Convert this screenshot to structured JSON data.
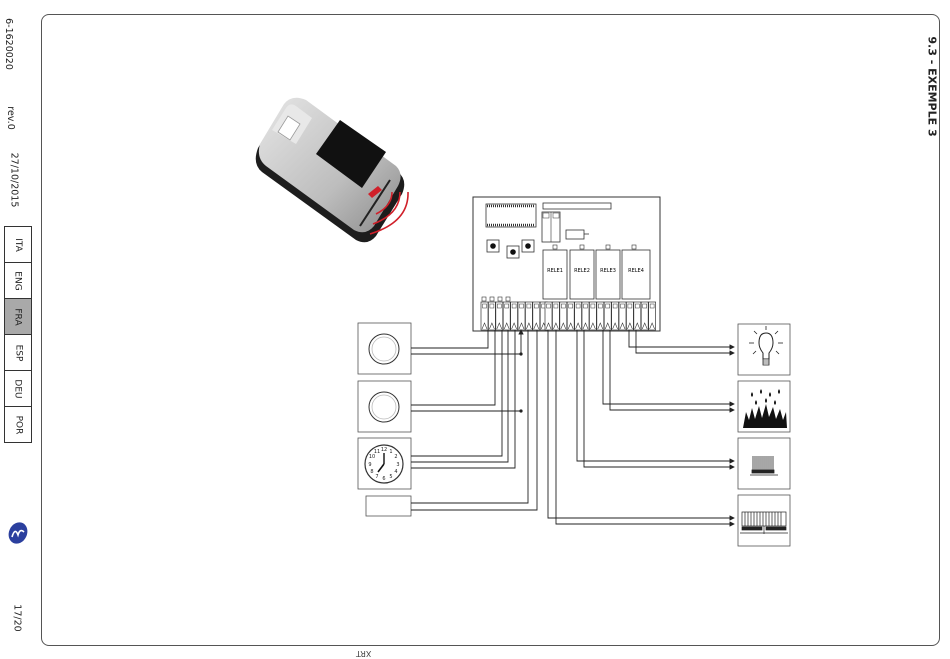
{
  "sidebar": {
    "doc_code": "6-1620020",
    "revision": "rev.0",
    "date": "27/10/2015",
    "languages": [
      {
        "label": "ITA",
        "active": false
      },
      {
        "label": "ENG",
        "active": false
      },
      {
        "label": "FRA",
        "active": true
      },
      {
        "label": "ESP",
        "active": false
      },
      {
        "label": "DEU",
        "active": false
      },
      {
        "label": "POR",
        "active": false
      }
    ],
    "page": "17/20"
  },
  "section_title": "9.3 - EXEMPLE 3",
  "bottom_mark": "XRT",
  "board": {
    "relays": [
      "RELE1",
      "RELE2",
      "RELE3",
      "RELE4"
    ]
  },
  "colors": {
    "signal_waves": "#d0202a",
    "line": "#222222",
    "active_lang_bg": "#a9a9a9"
  },
  "icons": [
    "remote-control-icon",
    "push-button-icon",
    "clock-icon",
    "light-bulb-icon",
    "irrigation-fire-icon",
    "gate-icon",
    "sliding-gate-icon"
  ]
}
